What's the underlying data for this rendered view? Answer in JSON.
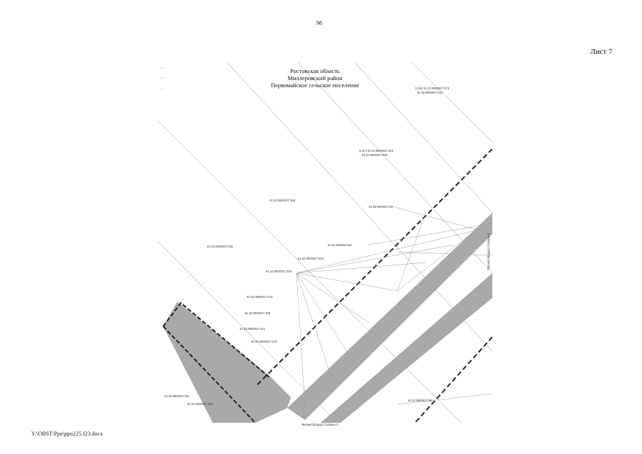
{
  "page_number": "98",
  "sheet_label": "Лист 7",
  "footer_path": "Y:\\OBST\\Ppo\\ppo225.f23.docx",
  "map_title": {
    "line1": "Ростовская область",
    "line2": "Миллеровский район",
    "line3": "Первомайское сельское поселение"
  },
  "parcel_labels": [
    "(1,53) 61:22:0600027:479",
    "61:22:0600027:443",
    "(1,57) 61:22:0600027:419",
    "61:22:0600027:409",
    "61:22:0600027:455",
    "61:22:0600027:439",
    "61:22:0600027:54",
    "61:22:0600027:56",
    "61:22:0600027:462",
    "61:22:0600027:405",
    "61:22:0600027:413",
    "61:22:0600027:458",
    "61:22:0600027:411",
    "61:22:0600027:470",
    "61:22:0600027:38",
    "61:22:0600027:461",
    "61:22:0600027:36"
  ],
  "margin_labels": {
    "bottom_road": "Ярский (Водод.) Сыйдан 4",
    "right_road": "Ярский (Водод.) Сыйдан 3"
  },
  "colors": {
    "road_fill": "#a9a9a9",
    "boundary": "#222222",
    "line": "#8a8a8a"
  }
}
